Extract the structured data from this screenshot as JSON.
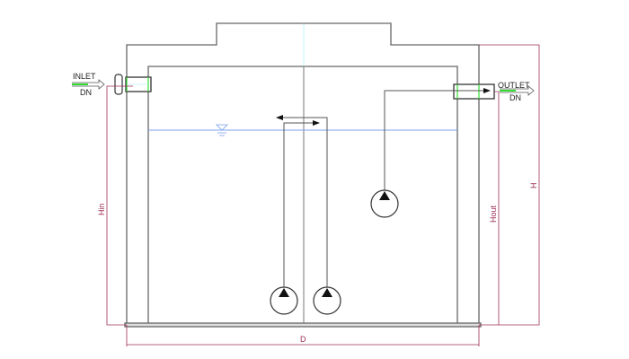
{
  "labels": {
    "inlet": "INLET",
    "inlet_dn": "DN",
    "outlet": "OUTLET",
    "outlet_dn": "DN",
    "hin": "Hin",
    "hout": "Hout",
    "h": "H",
    "d": "D"
  },
  "colors": {
    "wall": "#555555",
    "dimension": "#a0305a",
    "water": "#7aa0ee",
    "pipe_marker": "#33dd33"
  }
}
